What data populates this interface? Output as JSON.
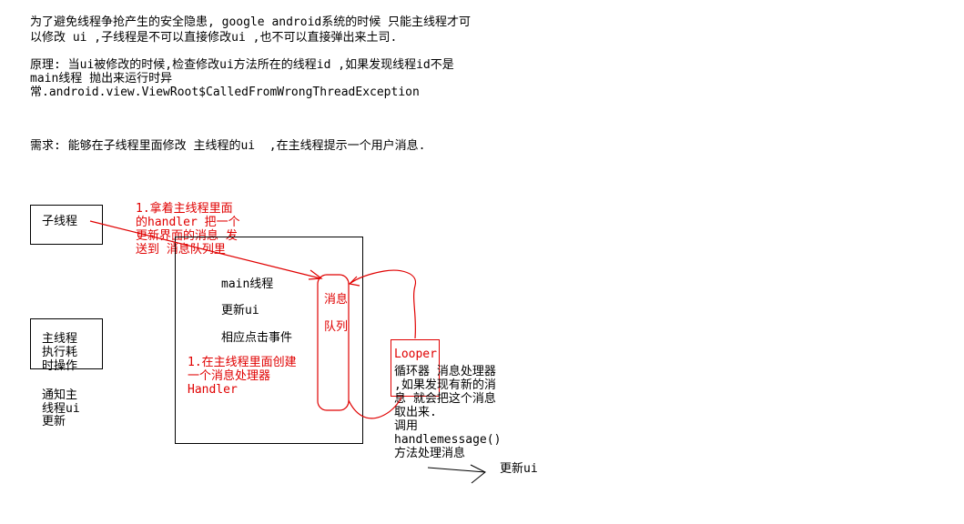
{
  "intro": {
    "line1": "为了避免线程争抢产生的安全隐患, google android系统的时候 只能主线程才可",
    "line2": "以修改 ui ,子线程是不可以直接修改ui ,也不可以直接弹出来土司."
  },
  "principle": {
    "line1": "原理: 当ui被修改的时候,检查修改ui方法所在的线程id ,如果发现线程id不是",
    "line2": "main线程 抛出来运行时异",
    "line3": "常.android.view.ViewRoot$CalledFromWrongThreadException"
  },
  "requirement": "需求: 能够在子线程里面修改 主线程的ui  ,在主线程提示一个用户消息.",
  "diagram": {
    "child_thread": "子线程",
    "main_side": {
      "line1": "主线程",
      "line2": "执行耗",
      "line3": "时操作"
    },
    "notify": {
      "line1": "通知主",
      "line2": "线程ui",
      "line3": "更新"
    },
    "note_send": {
      "line1": "1.拿着主线程里面",
      "line2": "的handler 把一个",
      "line3": "更新界面的消息 发",
      "line4": "送到 消息队列里"
    },
    "main_box": {
      "title": "main线程",
      "item1": "更新ui",
      "item2": "相应点击事件"
    },
    "note_create": {
      "line1": "1.在主线程里面创建",
      "line2": "一个消息处理器",
      "line3": "Handler"
    },
    "queue": {
      "line1": "消息",
      "line2": "队列"
    },
    "looper": "Looper",
    "looper_desc": {
      "line1": "循环器 消息处理器",
      "line2": ",如果发现有新的消",
      "line3": "息 就会把这个消息",
      "line4": "取出来.",
      "line5": "调用",
      "line6": "handlemessage()",
      "line7": "方法处理消息"
    },
    "update_ui": "更新ui"
  },
  "colors": {
    "annotation": "#e00000",
    "text": "#000000"
  }
}
